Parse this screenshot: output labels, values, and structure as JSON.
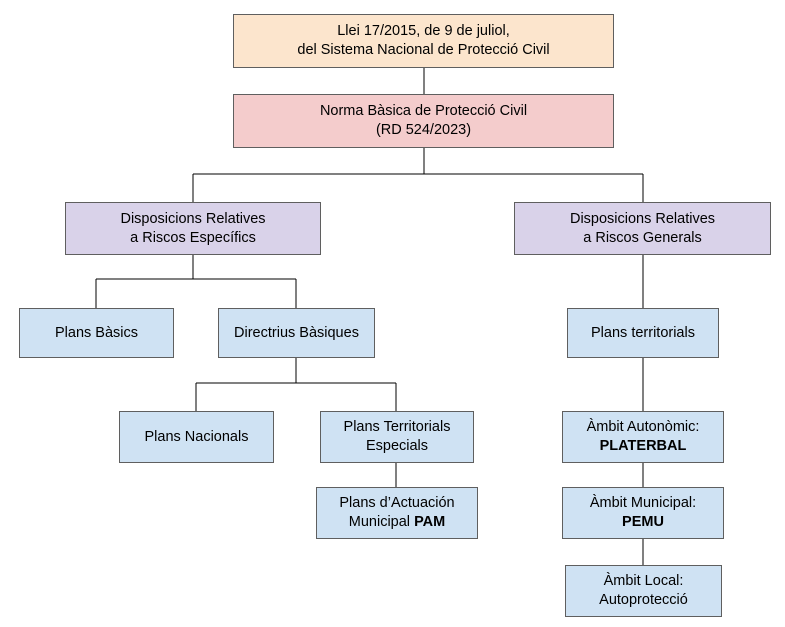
{
  "law": {
    "line1": "Llei 17/2015, de 9 de juliol,",
    "line2": "del Sistema Nacional de Protecció Civil"
  },
  "norma": {
    "line1": "Norma Bàsica de Protecció Civil",
    "line2": "(RD 524/2023)"
  },
  "specific": {
    "line1": "Disposicions Relatives",
    "line2": "a Riscos Específics"
  },
  "general": {
    "line1": "Disposicions Relatives",
    "line2": "a Riscos Generals"
  },
  "plans_basics": "Plans Bàsics",
  "directrius": "Directrius Bàsiques",
  "plans_territorials": "Plans territorials",
  "plans_nacionals": "Plans Nacionals",
  "territorials_especials": {
    "line1": "Plans Territorials",
    "line2": "Especials"
  },
  "actuacion": {
    "line1": "Plans d’Actuación",
    "line2_prefix": "Municipal ",
    "line2_bold": "PAM"
  },
  "autonomic": {
    "line1": "Àmbit Autonòmic:",
    "line2": "PLATERBAL"
  },
  "municipal": {
    "line1": "Àmbit Municipal:",
    "line2": "PEMU"
  },
  "local": {
    "line1": "Àmbit Local:",
    "line2": "Autoprotecció"
  },
  "colors": {
    "peach": "#fce5cd",
    "pink": "#f4cccc",
    "lavender": "#d9d2e9",
    "blue": "#cfe2f3",
    "border": "#5f5f5f"
  }
}
